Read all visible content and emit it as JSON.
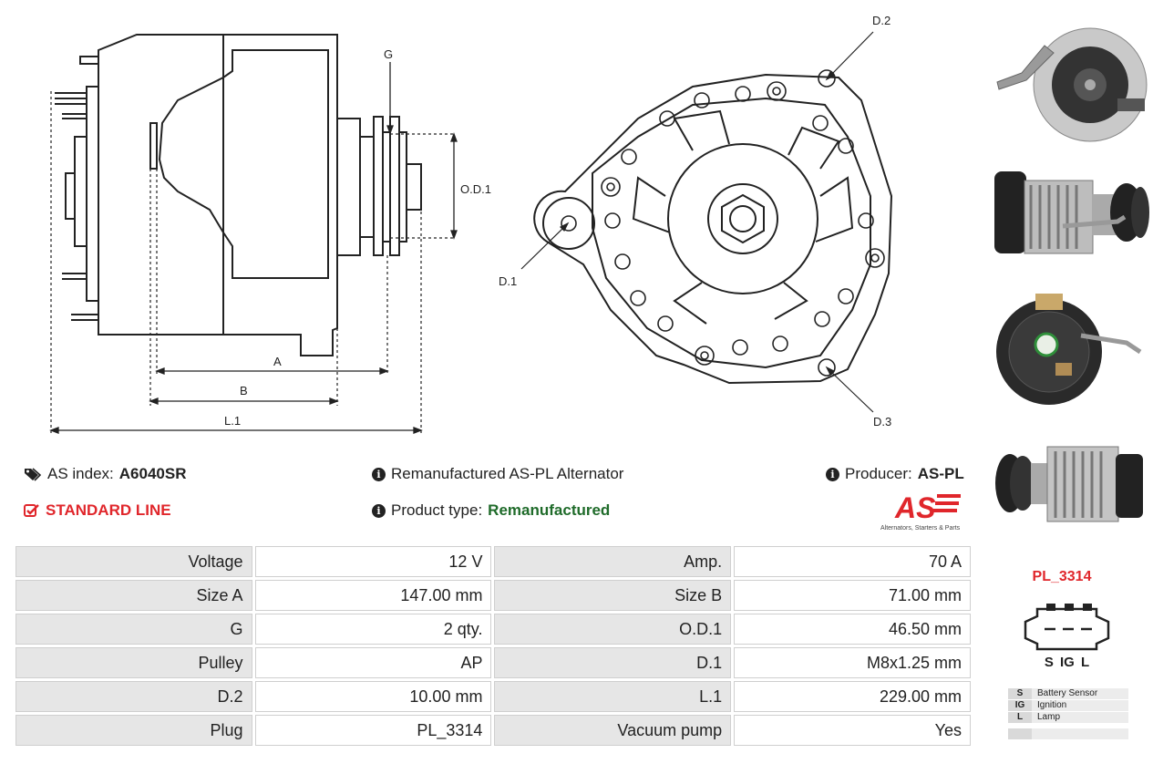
{
  "drawing": {
    "side_labels": {
      "g": "G",
      "od1": "O.D.1",
      "a": "A",
      "b": "B",
      "l1": "L.1"
    },
    "front_labels": {
      "d1": "D.1",
      "d2": "D.2",
      "d3": "D.3"
    }
  },
  "info": {
    "as_index_label": "AS index:",
    "as_index_value": "A6040SR",
    "product_name": "Remanufactured AS-PL Alternator",
    "producer_label": "Producer:",
    "producer_value": "AS-PL",
    "standard_line": "STANDARD LINE",
    "product_type_label": "Product type:",
    "product_type_value": "Remanufactured",
    "logo_text": "AS",
    "logo_tagline": "Alternators, Starters & Parts"
  },
  "specs": [
    {
      "l1": "Voltage",
      "v1": "12 V",
      "l2": "Amp.",
      "v2": "70 A"
    },
    {
      "l1": "Size A",
      "v1": "147.00 mm",
      "l2": "Size B",
      "v2": "71.00 mm"
    },
    {
      "l1": "G",
      "v1": "2 qty.",
      "l2": "O.D.1",
      "v2": "46.50 mm"
    },
    {
      "l1": "Pulley",
      "v1": "AP",
      "l2": "D.1",
      "v2": "M8x1.25 mm"
    },
    {
      "l1": "D.2",
      "v1": "10.00 mm",
      "l2": "L.1",
      "v2": "229.00 mm"
    },
    {
      "l1": "Plug",
      "v1": "PL_3314",
      "l2": "Vacuum pump",
      "v2": "Yes"
    }
  ],
  "plug": {
    "code": "PL_3314",
    "pins": "S IG L",
    "legend": [
      {
        "key": "S",
        "desc": "Battery Sensor"
      },
      {
        "key": "IG",
        "desc": "Ignition"
      },
      {
        "key": "L",
        "desc": "Lamp"
      }
    ]
  },
  "colors": {
    "accent_red": "#e0262b",
    "type_green": "#1f6b2a",
    "label_bg": "#e6e6e6"
  }
}
